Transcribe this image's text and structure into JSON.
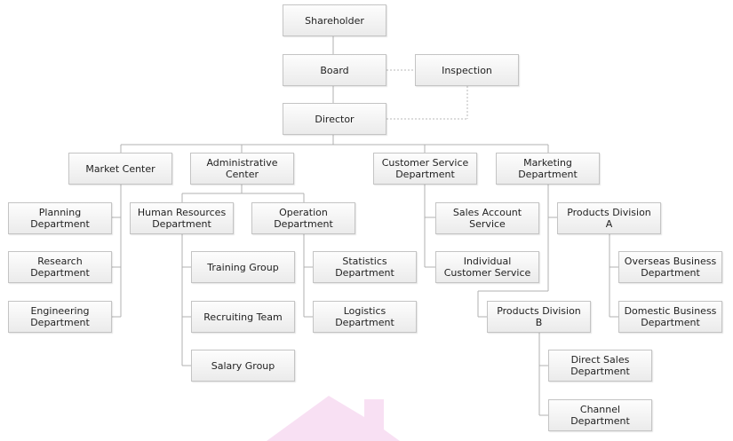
{
  "chart": {
    "nodes": [
      {
        "id": "shareholder",
        "label": "Shareholder"
      },
      {
        "id": "board",
        "label": "Board"
      },
      {
        "id": "inspection",
        "label": "Inspection"
      },
      {
        "id": "director",
        "label": "Director"
      },
      {
        "id": "market-center",
        "label": "Market Center"
      },
      {
        "id": "administrative-center",
        "label": "Administrative Center"
      },
      {
        "id": "customer-service-department",
        "label": "Customer Service Department"
      },
      {
        "id": "marketing-department",
        "label": "Marketing Department"
      },
      {
        "id": "planning-department",
        "label": "Planning Department"
      },
      {
        "id": "research-department",
        "label": "Research Department"
      },
      {
        "id": "engineering-department",
        "label": "Engineering Department"
      },
      {
        "id": "human-resources-department",
        "label": "Human Resources Department"
      },
      {
        "id": "operation-department",
        "label": "Operation Department"
      },
      {
        "id": "training-group",
        "label": "Training Group"
      },
      {
        "id": "recruiting-team",
        "label": "Recruiting Team"
      },
      {
        "id": "salary-group",
        "label": "Salary Group"
      },
      {
        "id": "statistics-department",
        "label": "Statistics Department"
      },
      {
        "id": "logistics-department",
        "label": "Logistics Department"
      },
      {
        "id": "sales-account-service",
        "label": "Sales Account Service"
      },
      {
        "id": "individual-customer-service",
        "label": "Individual Customer Service"
      },
      {
        "id": "products-division-a",
        "label": "Products Division A"
      },
      {
        "id": "products-division-b",
        "label": "Products Division B"
      },
      {
        "id": "overseas-business-department",
        "label": "Overseas Business Department"
      },
      {
        "id": "domestic-business-department",
        "label": "Domestic Business Department"
      },
      {
        "id": "direct-sales-department",
        "label": "Direct Sales Department"
      },
      {
        "id": "channel-department",
        "label": "Channel Department"
      }
    ]
  },
  "colors": {
    "line": "#b0b0b0",
    "node_border": "#c4c4c4",
    "watermark": "#f2c6ea"
  }
}
